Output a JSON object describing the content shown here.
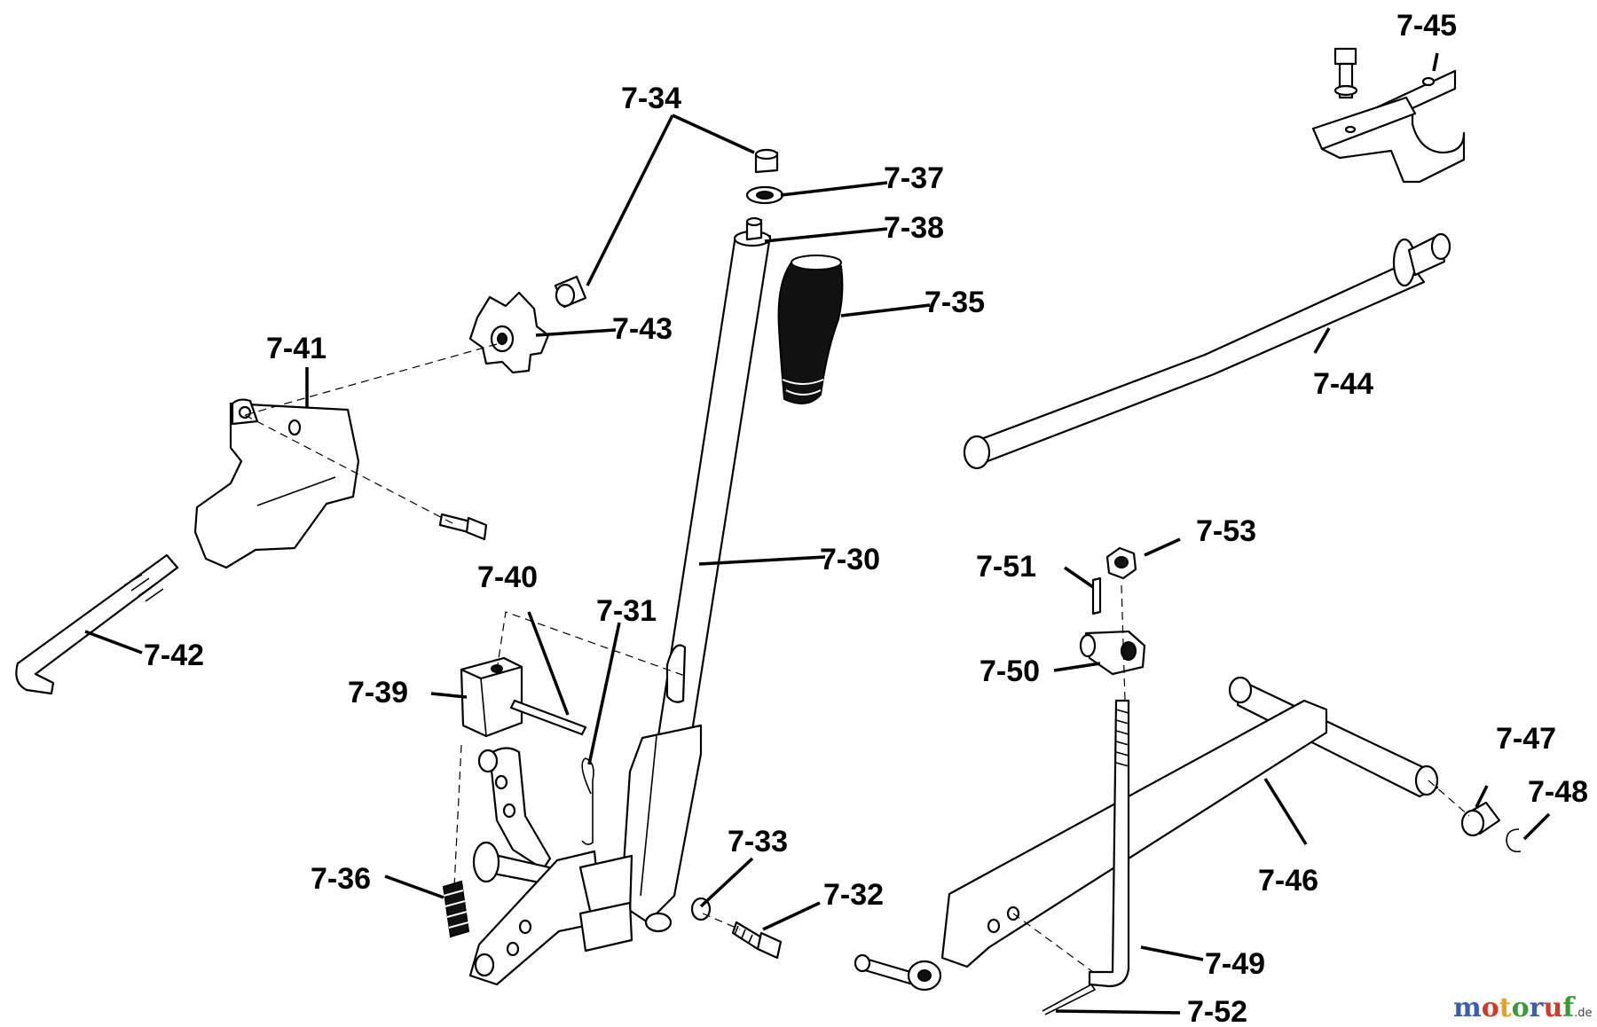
{
  "parts": {
    "p7_30": "7-30",
    "p7_31": "7-31",
    "p7_32": "7-32",
    "p7_33": "7-33",
    "p7_34": "7-34",
    "p7_35": "7-35",
    "p7_36": "7-36",
    "p7_37": "7-37",
    "p7_38": "7-38",
    "p7_39": "7-39",
    "p7_40": "7-40",
    "p7_41": "7-41",
    "p7_42": "7-42",
    "p7_43": "7-43",
    "p7_44": "7-44",
    "p7_45": "7-45",
    "p7_46": "7-46",
    "p7_47": "7-47",
    "p7_48": "7-48",
    "p7_49": "7-49",
    "p7_50": "7-50",
    "p7_51": "7-51",
    "p7_52": "7-52",
    "p7_53": "7-53"
  },
  "watermark": {
    "letters": [
      "m",
      "o",
      "t",
      "o",
      "r",
      "u",
      "f"
    ],
    "letter_colors": [
      "#3a5fb0",
      "#d23a2a",
      "#e8a21a",
      "#3a9a3a",
      "#3a5fb0",
      "#d23a2a",
      "#3a9a3a"
    ],
    "suffix": ".de"
  }
}
